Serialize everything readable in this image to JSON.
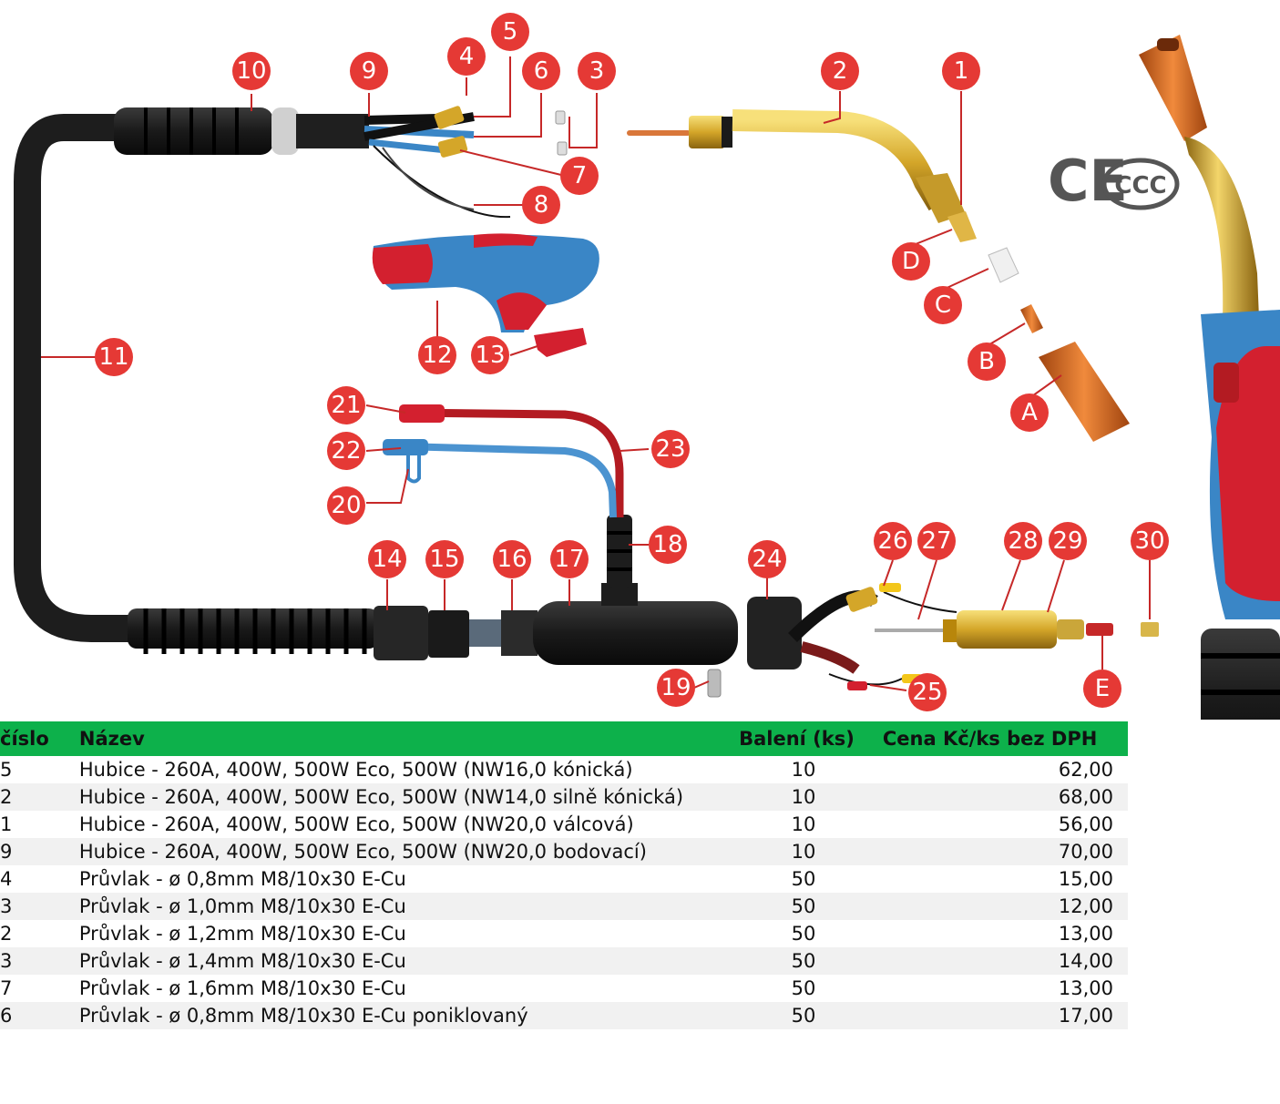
{
  "callouts": [
    "1",
    "2",
    "3",
    "4",
    "5",
    "6",
    "7",
    "8",
    "9",
    "10",
    "11",
    "12",
    "13",
    "14",
    "15",
    "16",
    "17",
    "18",
    "19",
    "20",
    "21",
    "22",
    "23",
    "24",
    "25",
    "26",
    "27",
    "28",
    "29",
    "30",
    "A",
    "B",
    "C",
    "D",
    "E"
  ],
  "marks": {
    "ce": "CE",
    "ccc": "CCC"
  },
  "colors": {
    "callout_red": "#e53935",
    "header_green": "#0db14b",
    "brass": "#d4a629",
    "copper": "#d2691e",
    "handle_blue": "#3a86c6",
    "handle_red": "#d3202f",
    "cable_black": "#1d1d1d"
  },
  "table": {
    "headers": {
      "number": "číslo",
      "name": "Název",
      "pack": "Balení (ks)",
      "price": "Cena Kč/ks bez DPH"
    },
    "rows": [
      {
        "number": "5",
        "name": "Hubice - 260A, 400W, 500W Eco, 500W (NW16,0 kónická)",
        "pack": "10",
        "price": "62,00"
      },
      {
        "number": "2",
        "name": "Hubice - 260A, 400W, 500W Eco, 500W (NW14,0 silně kónická)",
        "pack": "10",
        "price": "68,00"
      },
      {
        "number": "1",
        "name": "Hubice - 260A, 400W, 500W Eco, 500W (NW20,0 válcová)",
        "pack": "10",
        "price": "56,00"
      },
      {
        "number": "9",
        "name": "Hubice - 260A, 400W, 500W Eco, 500W (NW20,0 bodovací)",
        "pack": "10",
        "price": "70,00"
      },
      {
        "number": "4",
        "name": "Průvlak - ø 0,8mm M8/10x30 E-Cu",
        "pack": "50",
        "price": "15,00"
      },
      {
        "number": "3",
        "name": "Průvlak - ø 1,0mm M8/10x30 E-Cu",
        "pack": "50",
        "price": "12,00"
      },
      {
        "number": "2",
        "name": "Průvlak - ø 1,2mm M8/10x30 E-Cu",
        "pack": "50",
        "price": "13,00"
      },
      {
        "number": "3",
        "name": "Průvlak - ø 1,4mm M8/10x30 E-Cu",
        "pack": "50",
        "price": "14,00"
      },
      {
        "number": "7",
        "name": "Průvlak - ø 1,6mm M8/10x30 E-Cu",
        "pack": "50",
        "price": "13,00"
      },
      {
        "number": "6",
        "name": "Průvlak - ø 0,8mm M8/10x30 E-Cu poniklovaný",
        "pack": "50",
        "price": "17,00"
      }
    ]
  }
}
